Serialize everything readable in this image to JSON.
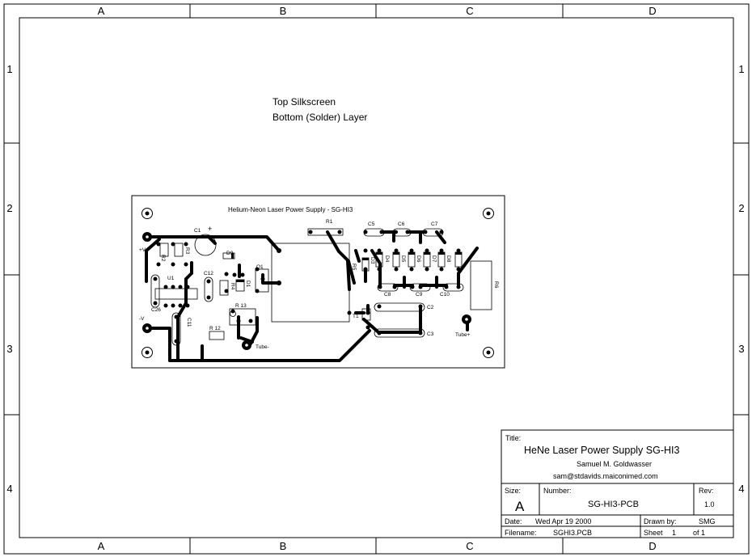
{
  "sheet": {
    "zone_columns": [
      "A",
      "B",
      "C",
      "D"
    ],
    "zone_rows": [
      "1",
      "2",
      "3",
      "4"
    ]
  },
  "notes": {
    "line1": "Top Silkscreen",
    "line2": "Bottom (Solder) Layer"
  },
  "pcb": {
    "title": "Helium-Neon Laser Power Supply - SG-HI3",
    "labels": {
      "c1": "C1",
      "c1_plus": "+",
      "d9": "D9",
      "plus_v": "+V",
      "r2": "R2",
      "r3": "R3",
      "u1": "U1",
      "c26": "C26",
      "minus_v": "-V",
      "c12": "C12",
      "r4": "R4",
      "q1": "Q1",
      "d1": "D1",
      "c11": "C11",
      "r12": "R 12",
      "r13": "R 13",
      "tube_minus": "Tube-",
      "r1": "R1",
      "c5": "C5",
      "c6": "C6",
      "c7": "C7",
      "r5": "R5",
      "d3": "D3",
      "d4": "D4",
      "d5": "D5",
      "d6": "D6",
      "d7": "D7",
      "d8": "D8",
      "c8": "C8",
      "c9": "C9",
      "c10": "C10",
      "r6": "R6",
      "c2": "C2",
      "t1": "T1",
      "c3": "C3",
      "tube_plus": "Tube+"
    }
  },
  "title_block": {
    "title_label": "Title:",
    "title": "HeNe Laser Power Supply SG-HI3",
    "author": "Samuel M. Goldwasser",
    "email": "sam@stdavids.maiconimed.com",
    "size_label": "Size:",
    "size": "A",
    "number_label": "Number:",
    "number": "SG-HI3-PCB",
    "rev_label": "Rev:",
    "rev": "1.0",
    "date_label": "Date:",
    "date": "Wed Apr 19 2000",
    "drawn_by_label": "Drawn by:",
    "drawn_by": "SMG",
    "filename_label": "Filename:",
    "filename": "SGHI3.PCB",
    "sheet_label": "Sheet",
    "sheet_num": "1",
    "sheet_of": "of 1"
  }
}
